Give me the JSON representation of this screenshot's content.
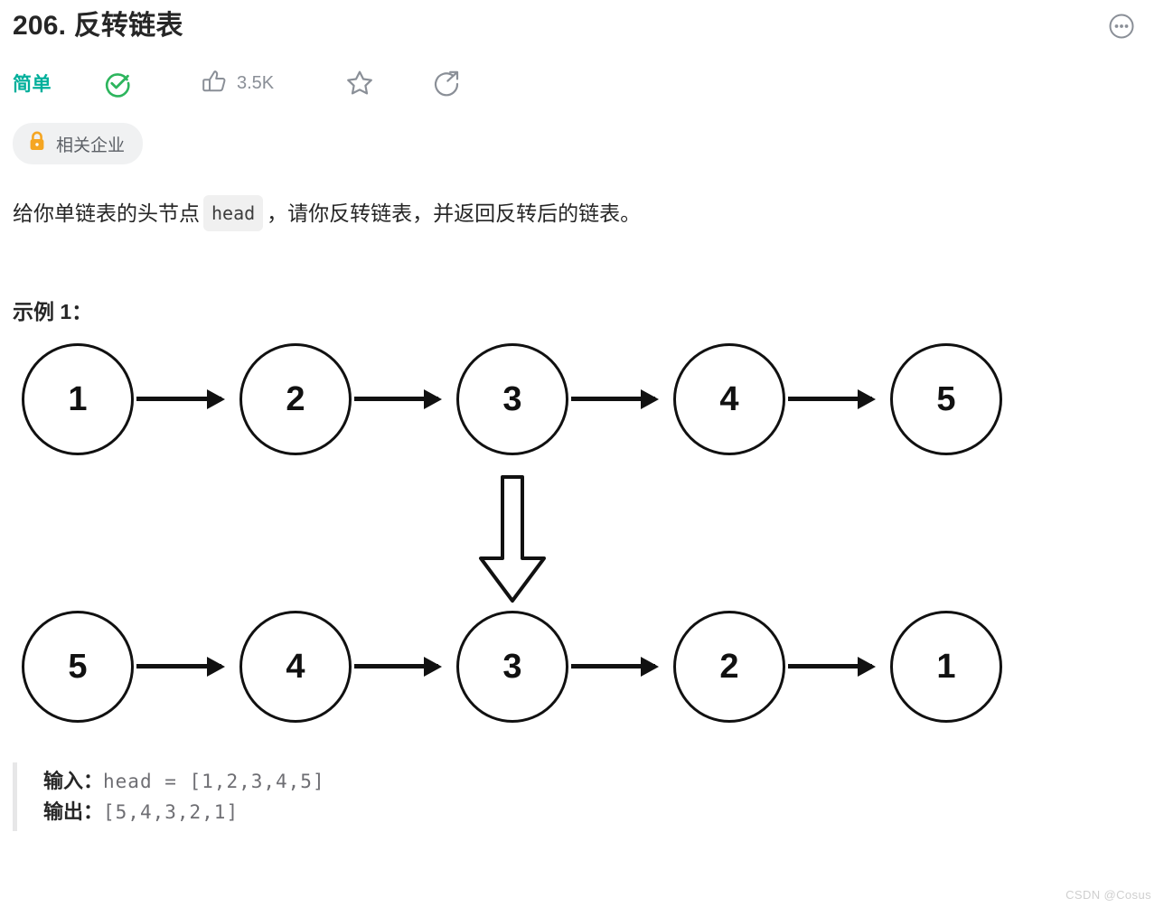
{
  "header": {
    "title": "206. 反转链表",
    "more_icon": "more-horizontal-icon"
  },
  "meta": {
    "difficulty": "简单",
    "difficulty_color": "#00af9b",
    "solved_icon": "check-circle-icon",
    "solved_icon_color": "#2db55d",
    "like_icon": "thumbs-up-icon",
    "like_count": "3.5K",
    "favorite_icon": "star-icon",
    "share_icon": "share-icon",
    "icon_color": "#8a8f97"
  },
  "badge": {
    "lock_icon": "lock-icon",
    "lock_color": "#f5a623",
    "label": "相关企业",
    "background": "#f0f1f2"
  },
  "description": {
    "before": "给你单链表的头节点",
    "code": "head",
    "after": "，请你反转链表，并返回反转后的链表。"
  },
  "example": {
    "heading": "示例 1：",
    "top_nodes": [
      "1",
      "2",
      "3",
      "4",
      "5"
    ],
    "bottom_nodes": [
      "5",
      "4",
      "3",
      "2",
      "1"
    ],
    "transform_icon": "arrow-down-icon",
    "input_label": "输入：",
    "input_value": "head = [1,2,3,4,5]",
    "output_label": "输出：",
    "output_value": "[5,4,3,2,1]"
  },
  "watermark": "CSDN @Cosus"
}
